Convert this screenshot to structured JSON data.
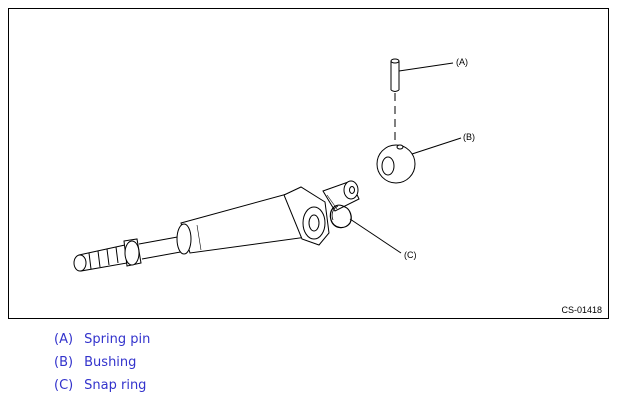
{
  "figure": {
    "code": "CS-01418",
    "callouts": {
      "a": "(A)",
      "b": "(B)",
      "c": "(C)"
    }
  },
  "legend": [
    {
      "key": "(A)",
      "label": "Spring pin"
    },
    {
      "key": "(B)",
      "label": "Bushing"
    },
    {
      "key": "(C)",
      "label": "Snap ring"
    }
  ],
  "colors": {
    "legend_text": "#3333cc",
    "line": "#000000",
    "background": "#ffffff"
  }
}
